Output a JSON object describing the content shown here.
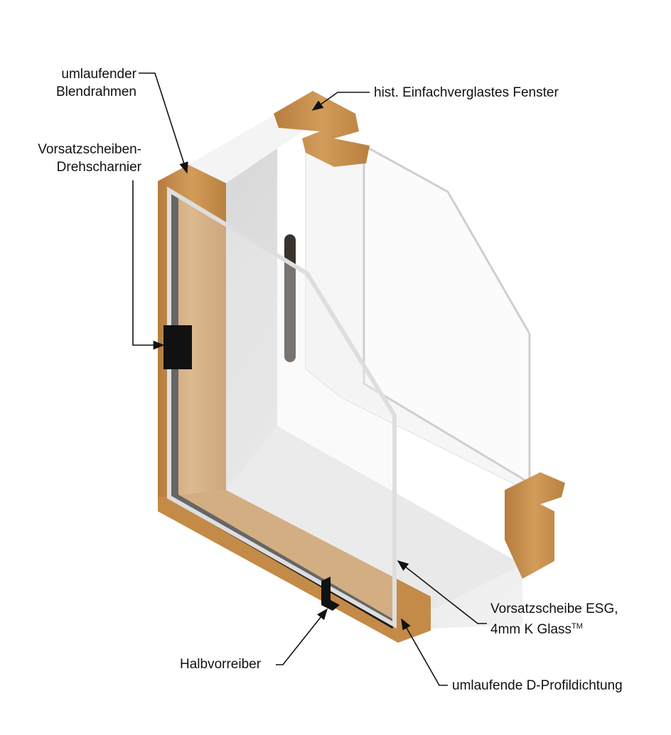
{
  "labels": {
    "frame": [
      "umlaufender",
      "Blendrahmen"
    ],
    "hinge": [
      "Vorsatzscheiben-",
      "Drehscharnier"
    ],
    "historic_window": "hist. Einfachverglastes Fenster",
    "glass": [
      "Vorsatzscheibe ESG,",
      "4mm K Glass",
      "TM"
    ],
    "latch": "Halbvorreiber",
    "seal": "umlaufende D-Profildichtung"
  },
  "colors": {
    "wood": "#c8924f",
    "wood_dark": "#a87238",
    "seal": "#1c1c1c",
    "interior": "#e4e4e4",
    "glass_edge": "#d8d8d8"
  }
}
